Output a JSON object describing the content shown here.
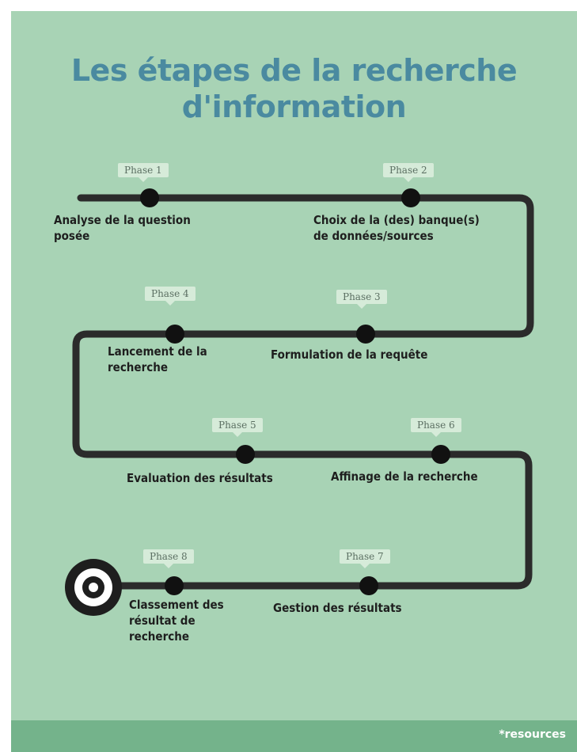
{
  "title_line1": "Les étapes de la recherche",
  "title_line2": "d'information",
  "phases": [
    {
      "tag": "Phase 1",
      "label": "Analyse de la question\nposée"
    },
    {
      "tag": "Phase 2",
      "label": "Choix de la (des) banque(s)\nde données/sources"
    },
    {
      "tag": "Phase 3",
      "label": "Formulation de la requête"
    },
    {
      "tag": "Phase 4",
      "label": "Lancement de la\nrecherche"
    },
    {
      "tag": "Phase 5",
      "label": "Evaluation des résultats"
    },
    {
      "tag": "Phase 6",
      "label": "Affinage de la recherche"
    },
    {
      "tag": "Phase 7",
      "label": "Gestion des résultats"
    },
    {
      "tag": "Phase 8",
      "label": "Classement des\nrésultat de\nrecherche"
    }
  ],
  "footer": "*resources",
  "colors": {
    "background": "#a8d3b5",
    "title": "#4a8aa0",
    "path": "#2b2b2b",
    "tag_bg": "#d6ebd9",
    "footer_bg": "#74b38b"
  },
  "icons": {
    "end": "target-icon"
  }
}
